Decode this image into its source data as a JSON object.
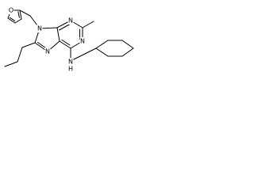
{
  "structure": {
    "atoms": {
      "furan_o": "O",
      "n9": "N",
      "n3": "N",
      "n1": "N",
      "n7": "N",
      "amine": "N",
      "amine_h": "H"
    },
    "colors": {
      "bond": "#000000",
      "label": "#000000",
      "background": "#ffffff"
    }
  }
}
